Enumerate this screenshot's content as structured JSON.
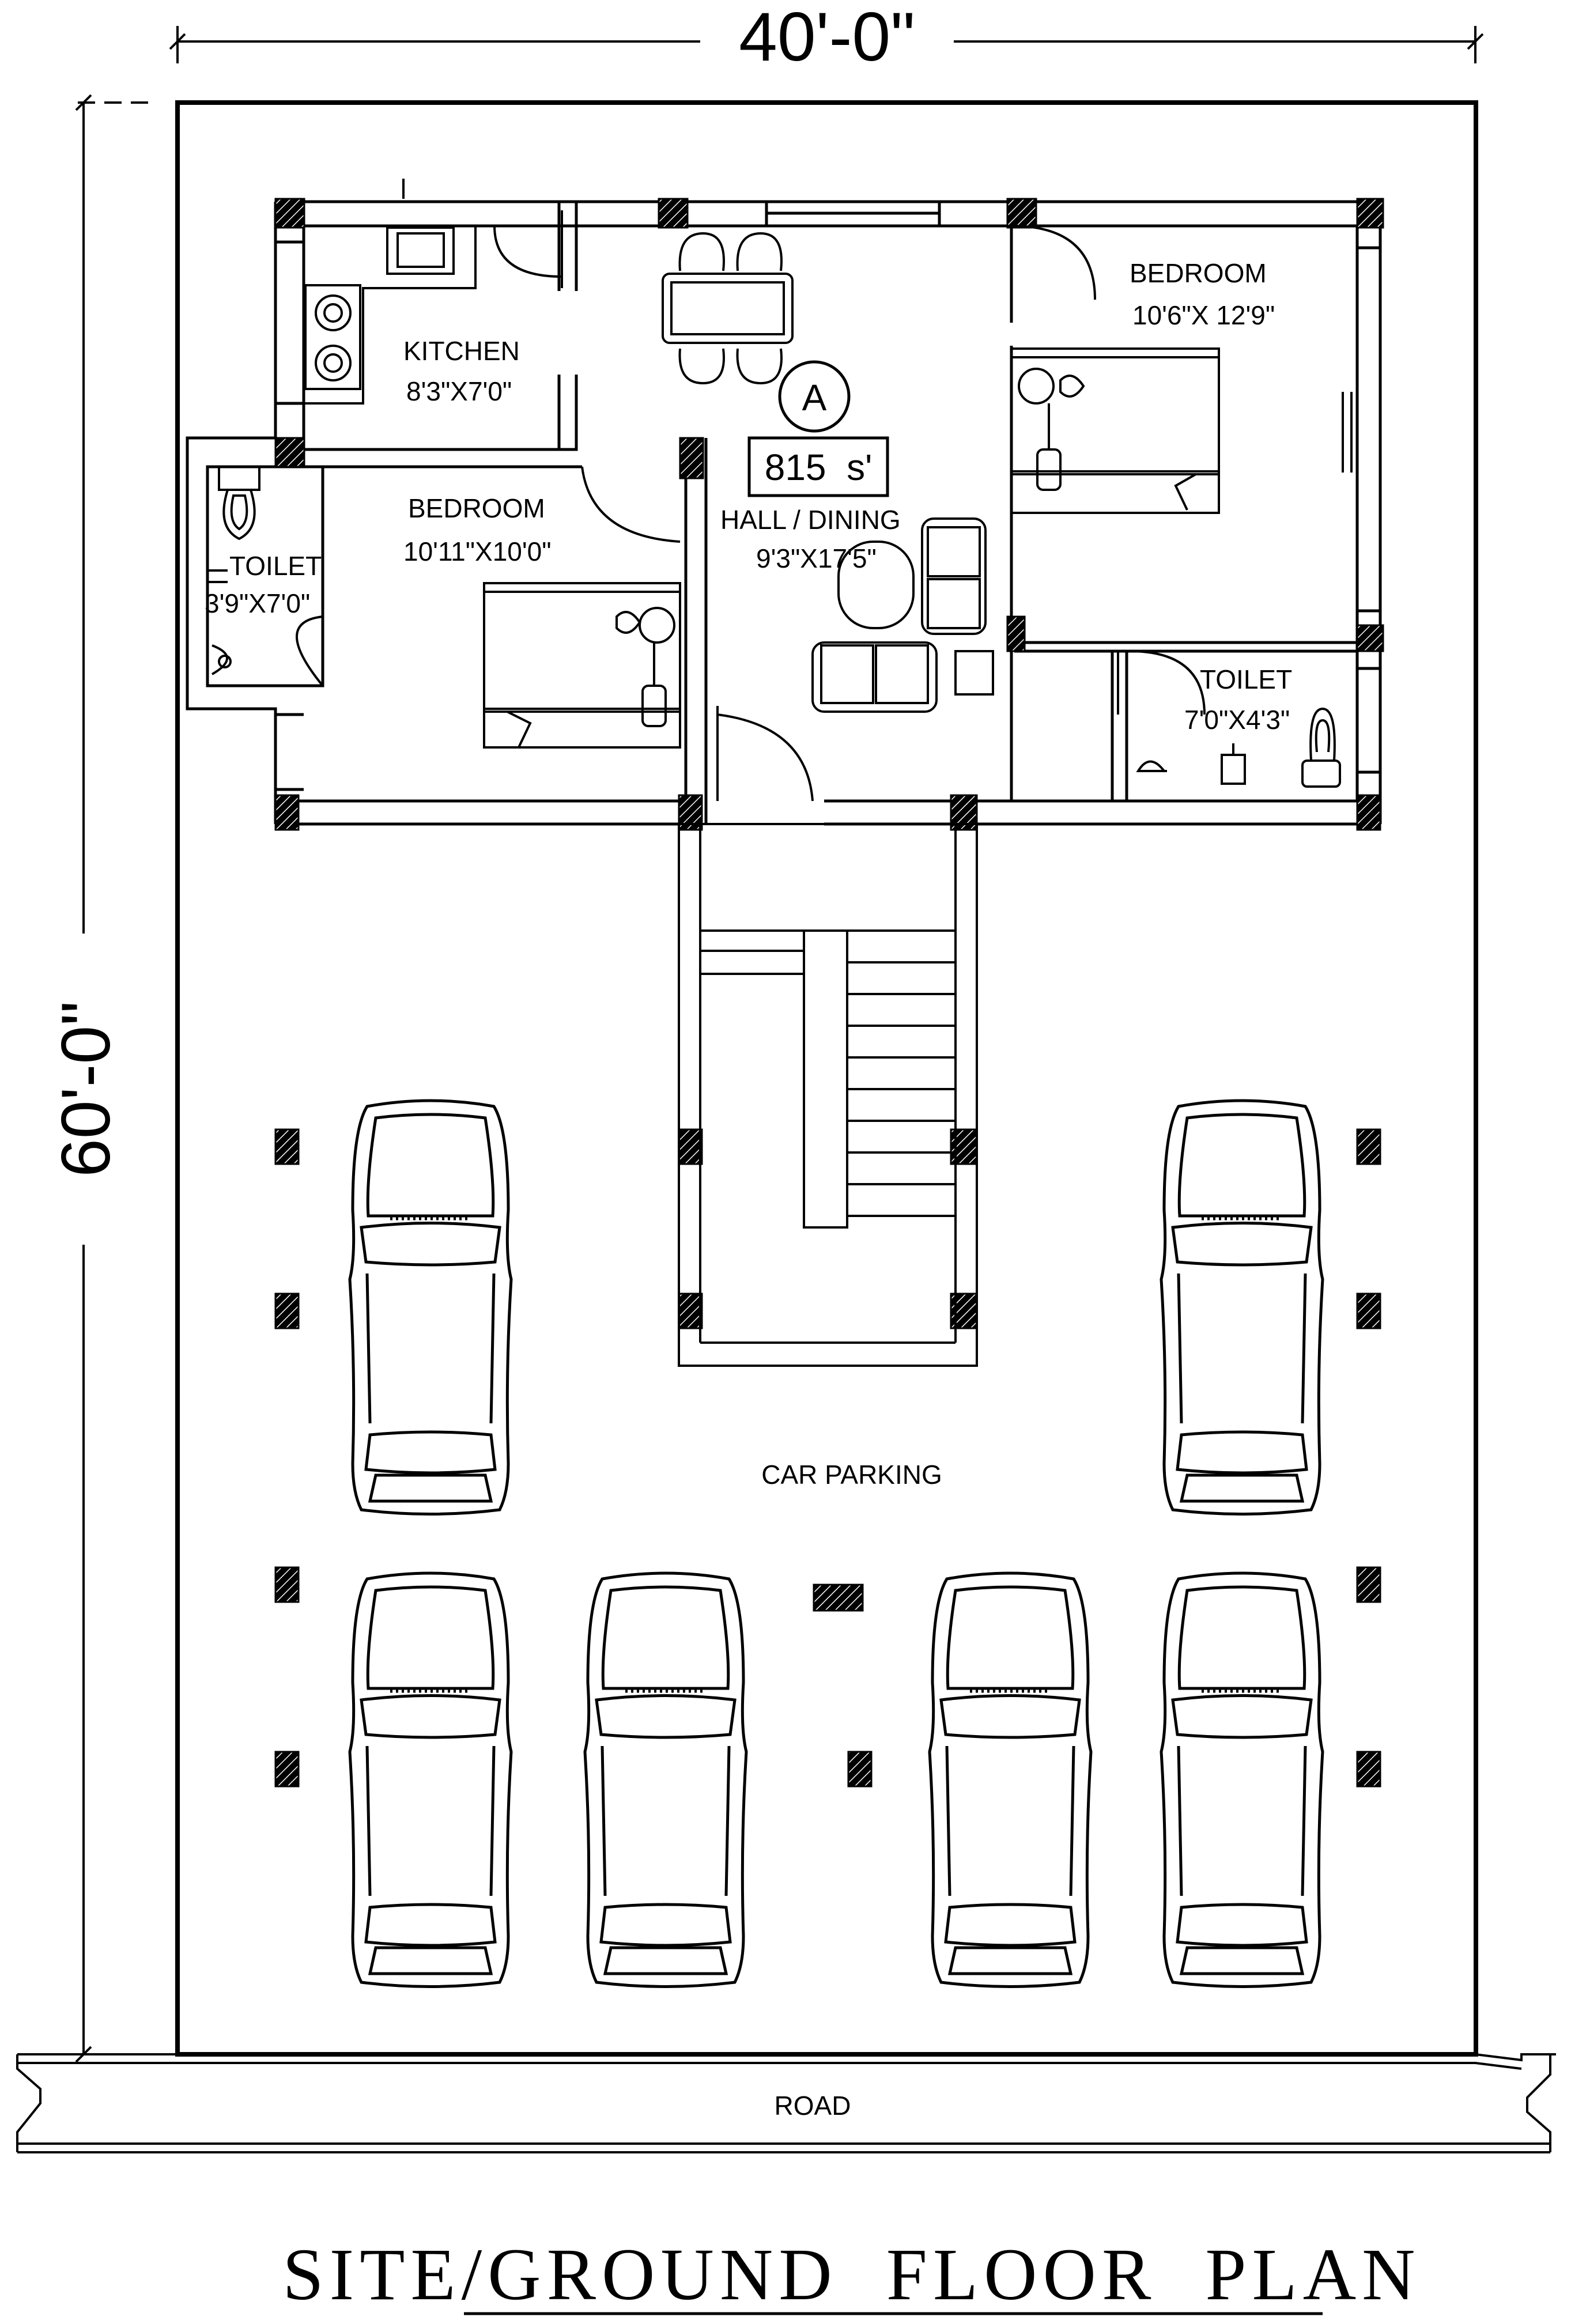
{
  "dimensions": {
    "width": "40'-0\"",
    "depth": "60'-0\""
  },
  "rooms": {
    "kitchen": {
      "name": "KITCHEN",
      "size": "8'3\"X7'0\""
    },
    "bedroom_left": {
      "name": "BEDROOM",
      "size": "10'11\"X10'0\""
    },
    "toilet_left": {
      "name": "TOILET",
      "size": "3'9\"X7'0\""
    },
    "hall": {
      "name": "HALL / DINING",
      "size": "9'3\"X17'5\""
    },
    "bedroom_right": {
      "name": "BEDROOM",
      "size": "10'6\"X 12'9\""
    },
    "toilet_right": {
      "name": "TOILET",
      "size": "7'0\"X4'3\""
    }
  },
  "area": "815  s'",
  "unit_marker": "A",
  "parking": "CAR PARKING",
  "road": "ROAD",
  "title": "SITE/GROUND  FLOOR  PLAN",
  "cars": {
    "count": 6
  }
}
